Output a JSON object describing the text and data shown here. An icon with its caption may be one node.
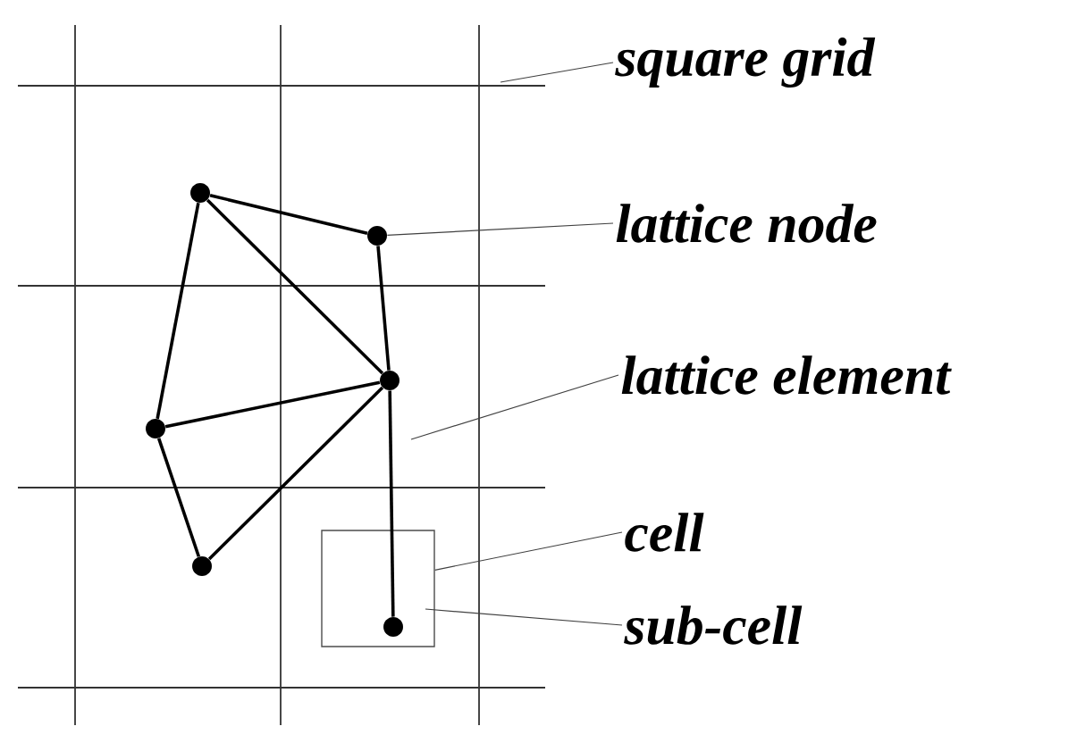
{
  "diagram": {
    "nodes": [
      {
        "text": [],
        "shape": "circle"
      },
      {
        "text": [],
        "shape": "circle"
      },
      {
        "text": [],
        "shape": "circle"
      },
      {
        "text": [],
        "shape": "circle"
      },
      {
        "text": [],
        "shape": "circle"
      },
      {
        "text": [],
        "shape": "circle",
        "in": 6
      },
      {
        "text": [],
        "shape": "box"
      },
      {
        "text": [
          "square grid"
        ]
      },
      {
        "text": [
          "lattice node"
        ]
      },
      {
        "text": [
          "lattice element"
        ]
      },
      {
        "text": [
          "cell"
        ]
      },
      {
        "text": [
          "sub-cell"
        ]
      }
    ],
    "edges": [
      {
        "from": 0,
        "to": 1,
        "arrow": "none"
      },
      {
        "from": 0,
        "to": 2,
        "arrow": "none"
      },
      {
        "from": 0,
        "to": 3,
        "arrow": "none"
      },
      {
        "from": 1,
        "to": 2,
        "arrow": "none"
      },
      {
        "from": 3,
        "to": 2,
        "arrow": "none"
      },
      {
        "from": 3,
        "to": 4,
        "arrow": "none"
      },
      {
        "from": 4,
        "to": 2,
        "arrow": "none"
      },
      {
        "from": 2,
        "to": 5,
        "arrow": "none"
      },
      {
        "from": 7,
        "to": null,
        "arrow": "none"
      },
      {
        "from": 8,
        "to": 1,
        "arrow": "none"
      },
      {
        "from": 9,
        "to": null,
        "arrow": "none"
      },
      {
        "from": 10,
        "to": 6,
        "arrow": "none"
      },
      {
        "from": 11,
        "to": 6,
        "arrow": "none"
      }
    ]
  }
}
